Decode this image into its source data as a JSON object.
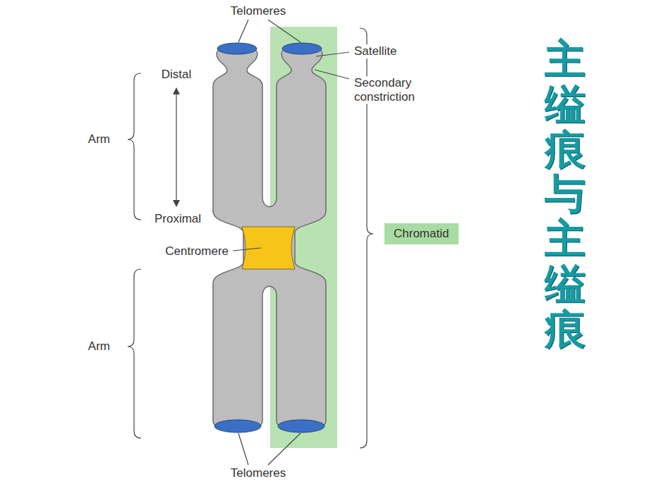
{
  "diagram": {
    "title": "主缢痕与主缢痕",
    "nodes": [
      {
        "text": [
          "Chromatid"
        ]
      }
    ],
    "labels": [
      "Telomeres",
      "Satellite",
      "Secondary constriction",
      "Distal",
      "Arm",
      "Proximal",
      "Centromere",
      "Arm",
      "Telomeres"
    ]
  }
}
